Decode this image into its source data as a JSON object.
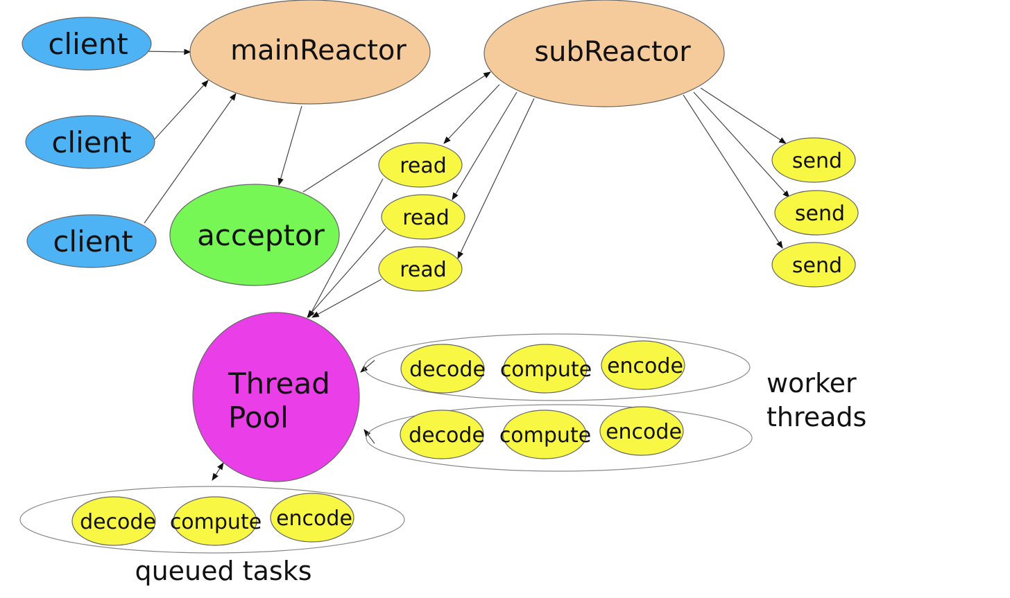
{
  "colors": {
    "client": "#4db3f5",
    "reactor": "#f5cb9c",
    "acceptor": "#77f755",
    "task": "#f8f744",
    "thread_pool": "#ea3ee9"
  },
  "nodes": {
    "client": "client",
    "main_reactor": "mainReactor",
    "sub_reactor": "subReactor",
    "acceptor": "acceptor",
    "read": "read",
    "send": "send",
    "thread_pool_line1": "Thread",
    "thread_pool_line2": "Pool",
    "decode": "decode",
    "compute": "compute",
    "encode": "encode"
  },
  "labels": {
    "worker_line1": "worker",
    "worker_line2": "threads",
    "queued_tasks": "queued tasks"
  }
}
